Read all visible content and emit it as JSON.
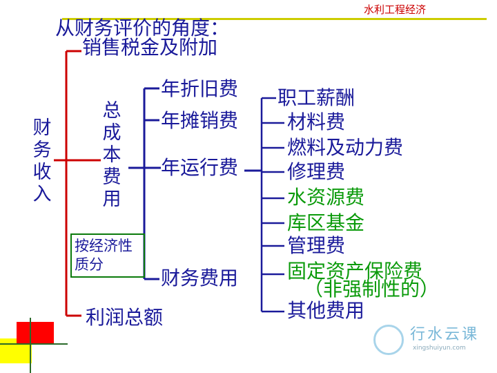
{
  "header": {
    "tag": "水利工程经济",
    "accent_color": "#cccc00"
  },
  "title": "从财务评价的角度：",
  "root": {
    "label": "财务收入"
  },
  "branch_tax": "销售税金及附加",
  "branch_cost": "总成本费用",
  "branch_profit": "利润总额",
  "classify_box": "按经济性质分",
  "cost_items": [
    "年折旧费",
    "年摊销费",
    "年运行费",
    "财务费用"
  ],
  "operating_items": [
    {
      "label": "职工薪酬",
      "color": "blue"
    },
    {
      "label": "材料费",
      "color": "blue"
    },
    {
      "label": "燃料及动力费",
      "color": "blue"
    },
    {
      "label": "修理费",
      "color": "blue"
    },
    {
      "label": "水资源费",
      "color": "green"
    },
    {
      "label": "库区基金",
      "color": "green"
    },
    {
      "label": "管理费",
      "color": "blue"
    },
    {
      "label": "固定资产保险费",
      "color": "green"
    },
    {
      "label": "其他费用",
      "color": "blue"
    }
  ],
  "insurance_note": "（非强制性的）",
  "logo": {
    "name": "行水云课",
    "url_text": "xingshuiyun.com"
  },
  "colors": {
    "blue": "#1a1a9a",
    "green": "#0a9a0a",
    "red": "#cc0000",
    "yellow": "#ffff00"
  }
}
